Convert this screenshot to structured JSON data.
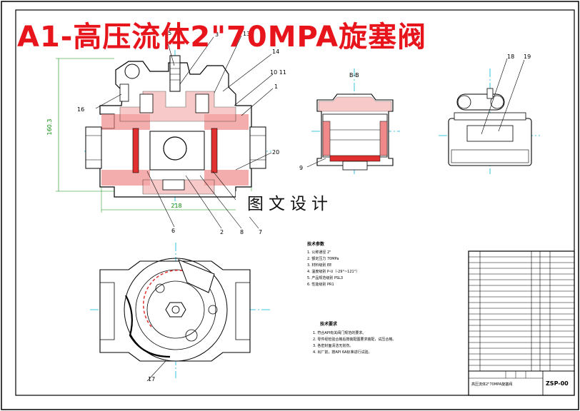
{
  "title": "A1-高压流体2\"70MPA旋塞阀",
  "watermark": "图文设计",
  "callouts": [
    "15",
    "3",
    "13",
    "14",
    "10 11",
    "1",
    "16",
    "20",
    "6",
    "2",
    "8",
    "7",
    "9",
    "18",
    "19",
    "17"
  ],
  "dimensions": {
    "height": "160.3",
    "width": "218"
  },
  "section_marks": {
    "top_view_label": "B-B"
  },
  "technical_params": {
    "heading": "技术参数",
    "items": [
      "1. 公称通径        2\"",
      "2. 额定压力        70MPa",
      "3. 材料级别        EE",
      "4. 温度级别        P-U（-29°~121°）",
      "5. 产品规范级别    PSL3",
      "6. 性能级别        PR1"
    ]
  },
  "technical_requirements": {
    "heading": "技术要求",
    "items": [
      "1. 符合API有关阀门规范的要求。",
      "2. 零件经检验合格后按装配图要求装配，试压合格。",
      "3. 各密封面清洁无划伤。",
      "4. 出厂前，按API 6A标准进行试验。"
    ]
  },
  "title_block": {
    "drawing_number": "ZSP-00",
    "name_line": "高压流体2\"70MPA旋塞阀"
  }
}
